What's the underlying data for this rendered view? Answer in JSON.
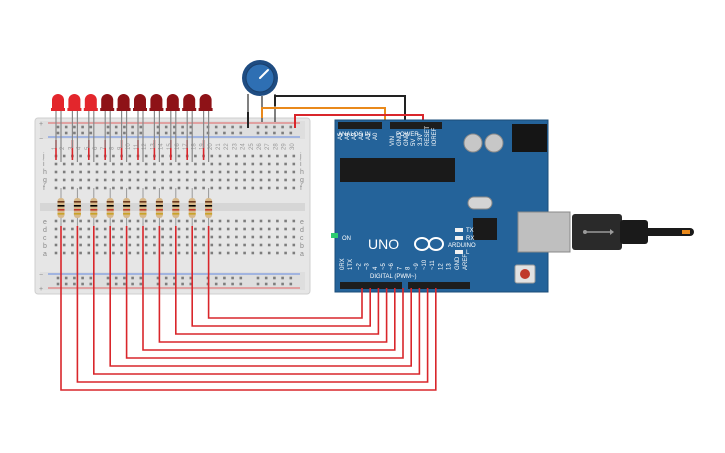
{
  "breadboard": {
    "column_numbers": [
      "1",
      "2",
      "3",
      "4",
      "5",
      "6",
      "7",
      "8",
      "9",
      "10",
      "11",
      "12",
      "13",
      "14",
      "15",
      "16",
      "17",
      "18",
      "19",
      "20",
      "21",
      "22",
      "23",
      "24",
      "25",
      "26",
      "27",
      "28",
      "29",
      "30"
    ],
    "rows_top": [
      "j",
      "i",
      "h",
      "g",
      "f"
    ],
    "rows_bottom": [
      "e",
      "d",
      "c",
      "b",
      "a"
    ],
    "rail_plus": "+",
    "rail_minus": "−"
  },
  "arduino": {
    "brand": "ARDUINO",
    "model": "UNO",
    "analog_label": "ANALOG IN",
    "power_label": "POWER",
    "analog_pins": [
      "A5",
      "A4",
      "A3",
      "A2",
      "A1",
      "A0"
    ],
    "power_pins": [
      "VIN",
      "GND",
      "GND",
      "5V",
      "3.3V",
      "RESET",
      "IOREF"
    ],
    "digital_label": "DIGITAL (PWM~)",
    "digital_pins": [
      "0RX",
      "1TX",
      "~2",
      "~3",
      "4",
      "~5",
      "~6",
      "7",
      "8",
      "~9",
      "~10",
      "~11",
      "12",
      "13",
      "GND",
      "AREF"
    ],
    "on_label": "ON",
    "tx_label": "TX",
    "rx_label": "RX",
    "l_label": "L",
    "ioref": "IOREF",
    "reset": "RESET"
  },
  "colors": {
    "board": "#24639a",
    "wire_red": "#d9262b",
    "wire_orange": "#e9891b",
    "wire_black": "#222222",
    "led_bright": "#e3262c",
    "led_dark": "#8e1217",
    "pot": "#2e6fb3"
  },
  "components": {
    "led_count": 10,
    "resistor_count": 10,
    "potentiometer_count": 1
  }
}
